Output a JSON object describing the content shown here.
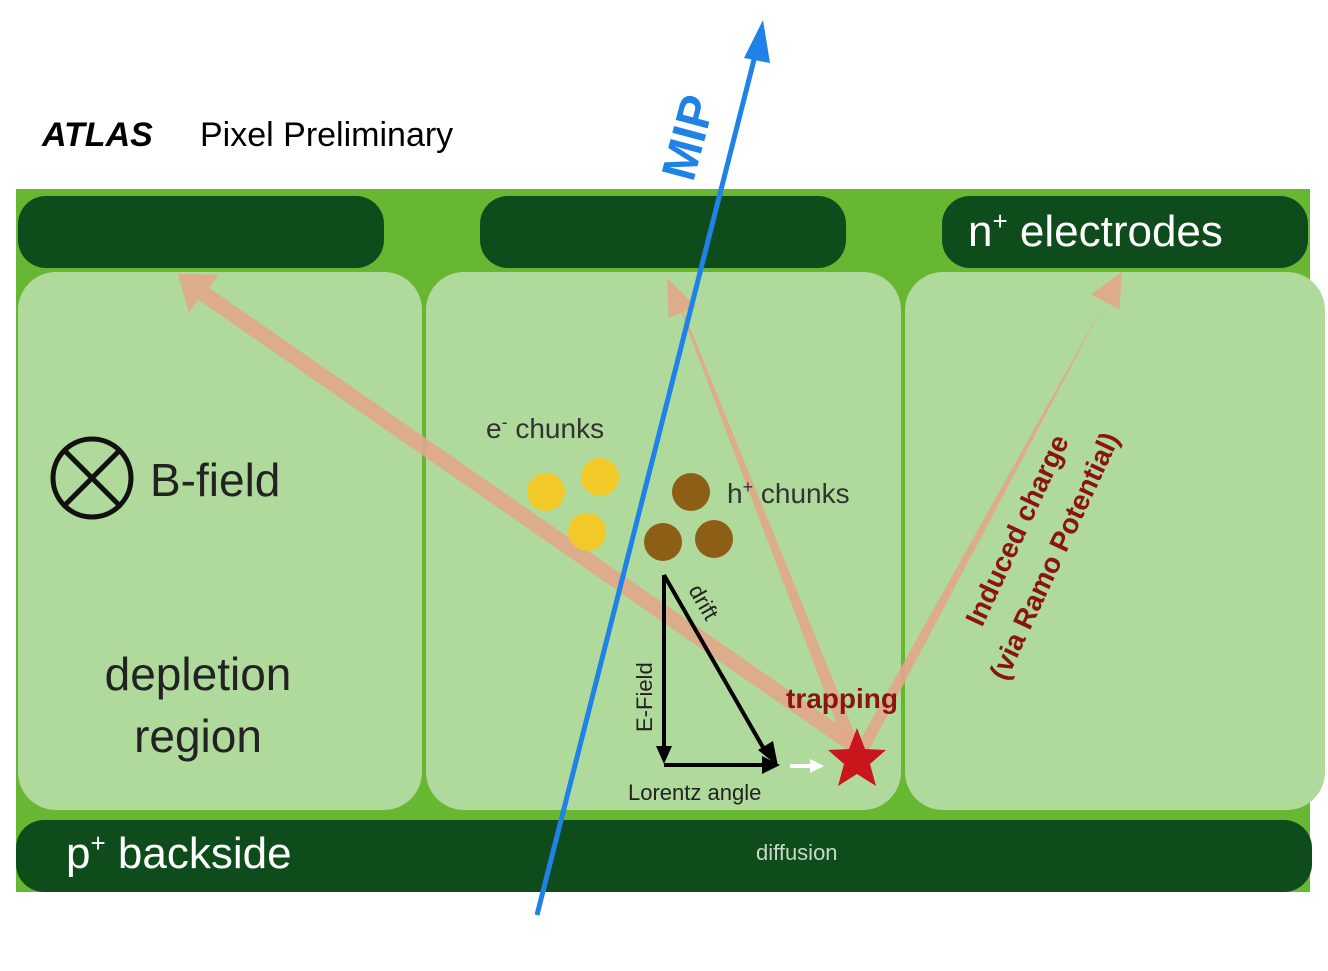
{
  "header": {
    "experiment": "ATLAS",
    "subtitle": "Pixel Preliminary"
  },
  "labels": {
    "mip": "MIP",
    "n_electrodes_base": "n",
    "n_electrodes_sup": "+",
    "n_electrodes_rest": " electrodes",
    "p_backside_base": "p",
    "p_backside_sup": "+",
    "p_backside_rest": " backside",
    "b_field": "B-field",
    "depletion_line1": "depletion",
    "depletion_line2": "region",
    "e_chunks_base": "e",
    "e_chunks_sup": "-",
    "e_chunks_rest": " chunks",
    "h_chunks_base": "h",
    "h_chunks_sup": "+",
    "h_chunks_rest": " chunks",
    "drift": "drift",
    "e_field": "E-Field",
    "lorentz_angle": "Lorentz angle",
    "trapping": "trapping",
    "induced_line1": "Induced charge",
    "induced_line2": "(via Ramo Potential)",
    "diffusion": "diffusion"
  },
  "colors": {
    "outer_green": "#67b733",
    "inner_green": "#b0da9b",
    "dark_green": "#0e4c1c",
    "mip_blue": "#1f82e6",
    "induced_arrow": "#e2a68a",
    "electron_yellow": "#f1c928",
    "hole_brown": "#8c5e16",
    "trap_red": "#c9161c",
    "trap_text": "#8a1313",
    "label_dark": "#222222"
  }
}
